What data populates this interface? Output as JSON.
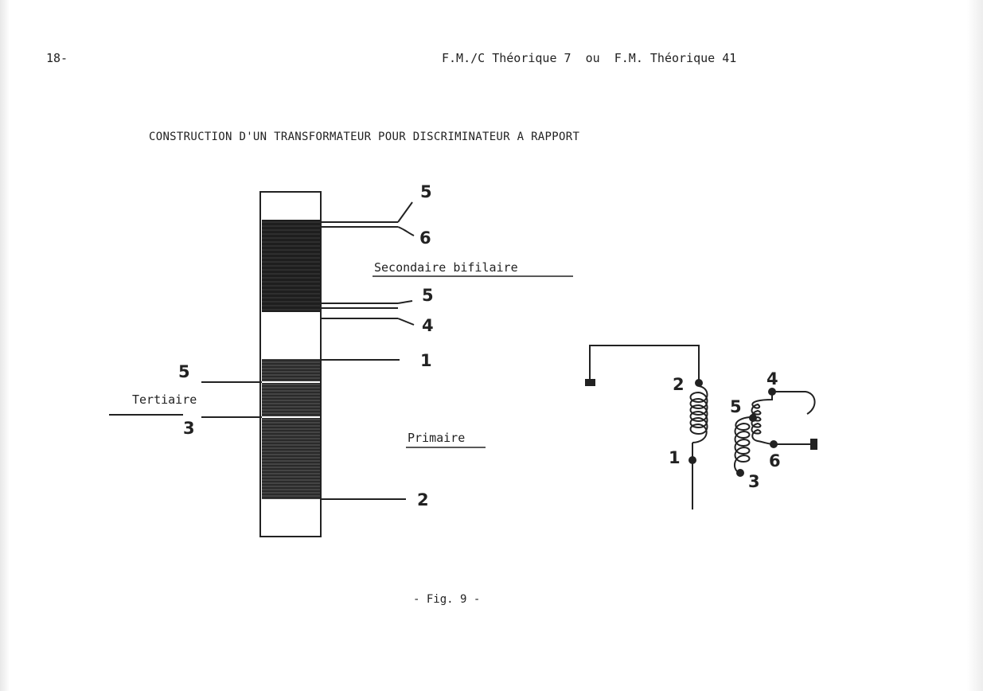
{
  "header": {
    "page_number": "18-",
    "title": "F.M./C Théorique 7  ou  F.M. Théorique 41"
  },
  "figure": {
    "title": "CONSTRUCTION D'UN TRANSFORMATEUR POUR DISCRIMINATEUR A RAPPORT",
    "caption": "- Fig. 9 -"
  },
  "construction": {
    "secondary_label": "Secondaire bifilaire",
    "primary_label": "Primaire",
    "tertiary_label": "Tertiaire",
    "pins": {
      "sec_top_a": "5",
      "sec_top_b": "6",
      "sec_bot_a": "5",
      "sec_bot_b": "4",
      "prim_top": "1",
      "prim_bot": "2",
      "tert_top": "5",
      "tert_bot": "3"
    }
  },
  "schematic": {
    "pins": {
      "p2": "2",
      "p1": "1",
      "p5": "5",
      "p3": "3",
      "p4": "4",
      "p6": "6"
    }
  }
}
